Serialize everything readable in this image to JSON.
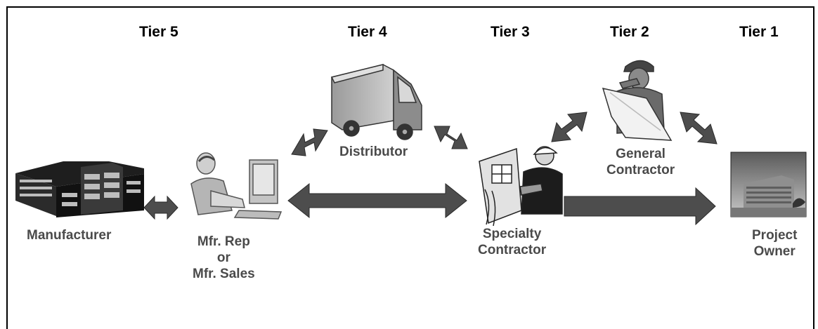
{
  "tiers": {
    "tier5": "Tier 5",
    "tier4": "Tier 4",
    "tier3": "Tier 3",
    "tier2": "Tier 2",
    "tier1": "Tier 1"
  },
  "nodes": {
    "manufacturer": "Manufacturer",
    "mfr_rep_line1": "Mfr. Rep",
    "mfr_rep_line2": "or",
    "mfr_rep_line3": "Mfr. Sales",
    "distributor": "Distributor",
    "specialty_line1": "Specialty",
    "specialty_line2": "Contractor",
    "general_line1": "General",
    "general_line2": "Contractor",
    "owner_line1": "Project",
    "owner_line2": "Owner"
  },
  "icons": {
    "manufacturer": "factory-building-icon",
    "mfr_rep": "salesperson-at-computer-icon",
    "distributor": "delivery-truck-icon",
    "specialty": "electrician-at-panel-icon",
    "general": "builder-with-blueprint-icon",
    "owner": "office-building-photo-icon"
  },
  "colors": {
    "arrow": "#4d4d4d",
    "label": "#4a4a4a",
    "frame": "#000000"
  }
}
